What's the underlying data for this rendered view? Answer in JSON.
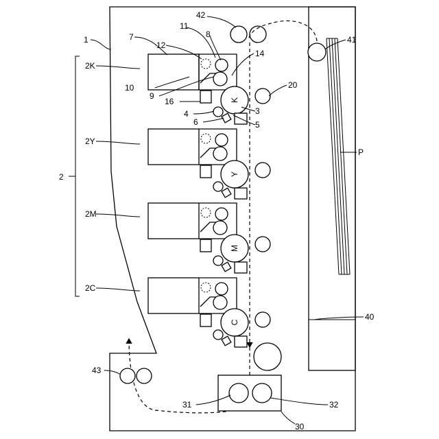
{
  "labels": {
    "l1": "1",
    "l2": "2",
    "l2K": "2K",
    "l2Y": "2Y",
    "l2M": "2M",
    "l2C": "2C",
    "l3": "3",
    "l4": "4",
    "l5": "5",
    "l6": "6",
    "l7": "7",
    "l8": "8",
    "l9": "9",
    "l10": "10",
    "l11": "11",
    "l12": "12",
    "l14": "14",
    "l16": "16",
    "l20": "20",
    "l30": "30",
    "l31": "31",
    "l32": "32",
    "l40": "40",
    "l41": "41",
    "l42": "42",
    "l43": "43",
    "lP": "P"
  },
  "drums": [
    "K",
    "Y",
    "M",
    "C"
  ]
}
